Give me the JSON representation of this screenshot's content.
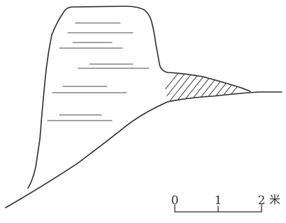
{
  "scale_bar": {
    "tick_labels": [
      "0",
      "1",
      "2"
    ],
    "unit": "米"
  },
  "legend": {
    "ink_color": "#2b2b2b",
    "hatch_color": "#3a3a3a",
    "background": "#ffffff"
  }
}
